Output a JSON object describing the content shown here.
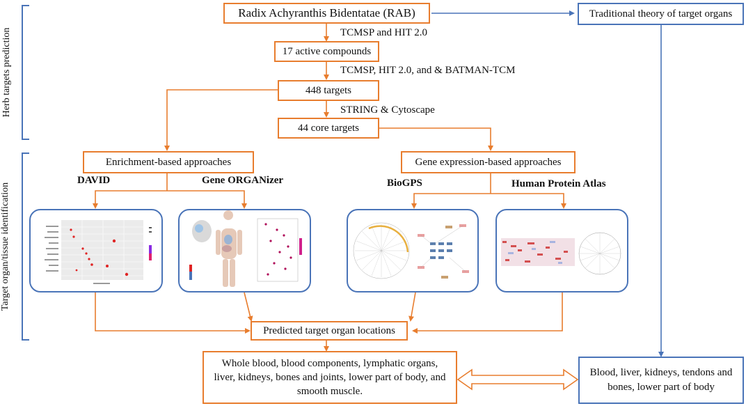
{
  "side_labels": {
    "top": "Herb targets prediction",
    "bottom": "Target organ/tissue identification"
  },
  "boxes": {
    "rab": "Radix Achyranthis Bidentatae (RAB)",
    "theory": "Traditional theory of target organs",
    "compounds": "17 active compounds",
    "targets448": "448 targets",
    "core44": "44 core targets",
    "enrichment": "Enrichment-based approaches",
    "expression": "Gene expression-based approaches",
    "predicted": "Predicted target organ locations",
    "result_left": "Whole blood, blood components, lymphatic organs, liver, kidneys, bones and joints, lower part of body, and smooth muscle.",
    "result_right": "Blood, liver, kidneys, tendons and bones, lower part of body"
  },
  "edge_labels": {
    "e1": "TCMSP and HIT 2.0",
    "e2": "TCMSP, HIT 2.0, and & BATMAN-TCM",
    "e3": "STRING & Cytoscape"
  },
  "tools": {
    "david": "DAVID",
    "organizer": "Gene ORGANizer",
    "biogps": "BioGPS",
    "hpa": "Human Protein Atlas"
  },
  "colors": {
    "orange": "#e87d2e",
    "blue": "#4a74b8"
  }
}
